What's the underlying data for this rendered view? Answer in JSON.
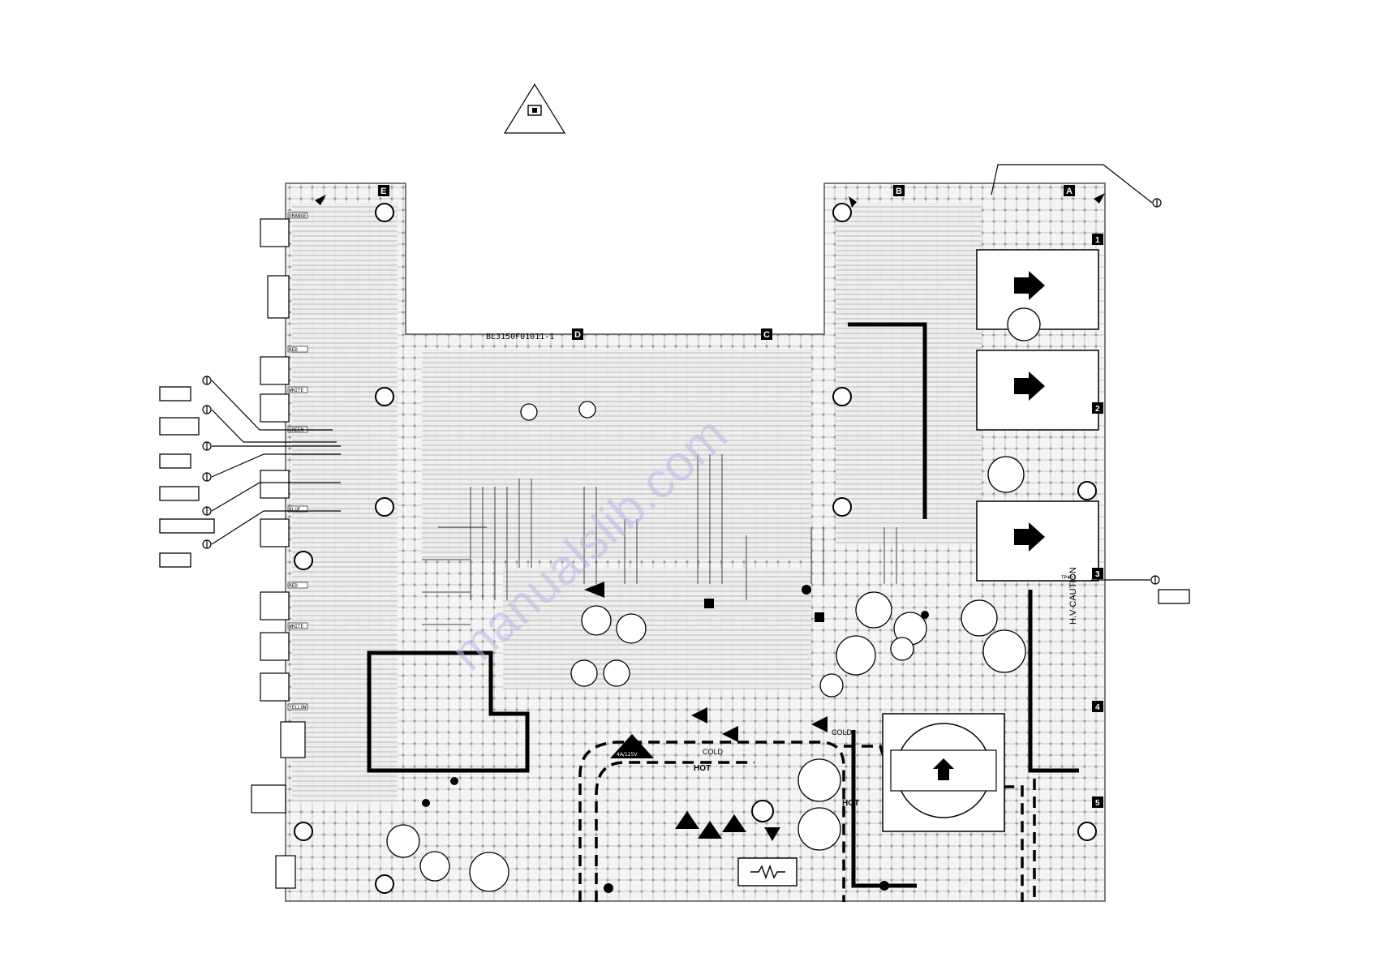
{
  "board": {
    "part_number": "BL3150F01011-1",
    "section_markers": [
      "E",
      "B",
      "A",
      "D",
      "C"
    ],
    "edge_markers": [
      "1",
      "2",
      "3",
      "4",
      "5"
    ],
    "caution_text": "H.V CAUTION",
    "fuse_rating": "4A/125V",
    "hot_label": "HOT",
    "cold_label": "COLD",
    "testpoint_label": "TP401"
  },
  "jacks": {
    "labels": [
      "ORANGE",
      "RED",
      "WHITE",
      "GREEN",
      "BLUE",
      "RED",
      "WHITE",
      "YELLOW"
    ]
  },
  "colors": {
    "ink": "#000000",
    "trace": "#8a8a8a",
    "board_bg": "#f2f2f2",
    "watermark": "#b8b8e8"
  },
  "icons": {
    "warning": "fuse-warning-triangle-icon",
    "callout": "callout-circle-icon",
    "hole": "mounting-hole-icon",
    "arrow": "arrow-icon"
  }
}
